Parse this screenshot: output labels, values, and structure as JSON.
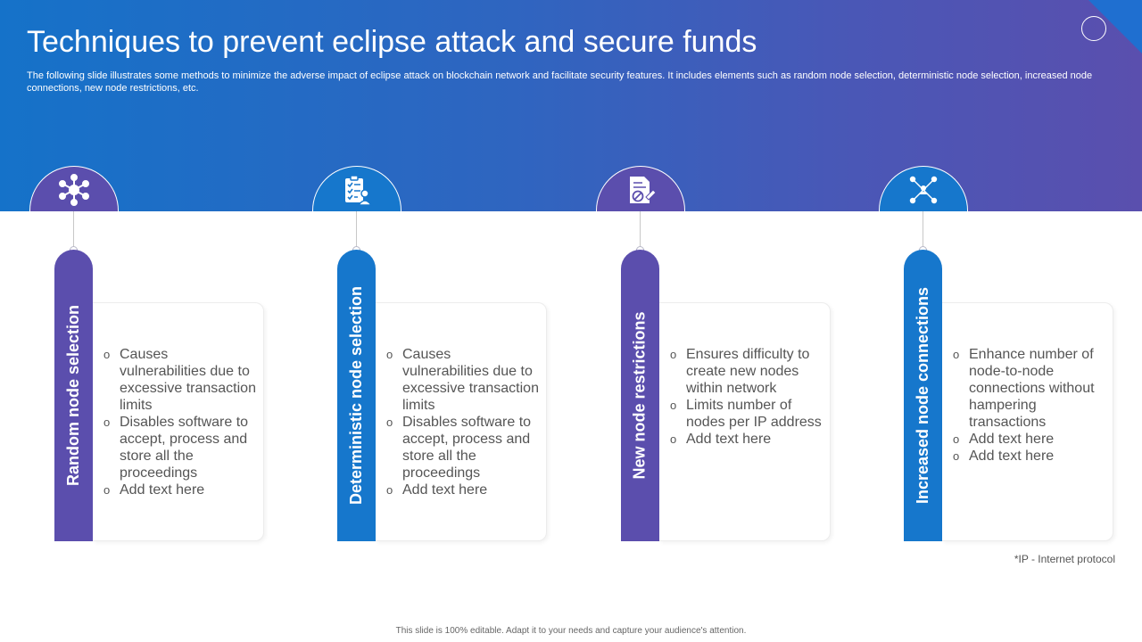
{
  "slide": {
    "title": "Techniques to prevent eclipse attack and secure funds",
    "subtitle": "The following slide illustrates some methods to minimize the adverse impact of eclipse attack on blockchain network and facilitate security features. It includes elements such as random node selection, deterministic node selection, increased node connections, new node restrictions, etc.",
    "footnote": "*IP - Internet protocol",
    "footer": "This slide is 100% editable. Adapt it to your needs and capture your audience's attention."
  },
  "colors": {
    "purple": "#5b4ead",
    "blue": "#1677cc"
  },
  "columns": [
    {
      "label": "Random node selection",
      "icon": "network-hub-icon",
      "bullets": [
        "Causes vulnerabilities due to excessive transaction limits",
        "Disables software to accept, process and store all the proceedings",
        "Add text here"
      ]
    },
    {
      "label": "Deterministic node selection",
      "icon": "checklist-user-icon",
      "bullets": [
        "Causes vulnerabilities due to excessive transaction limits",
        "Disables software to accept, process and store all the proceedings",
        "Add text here"
      ]
    },
    {
      "label": "New node restrictions",
      "icon": "document-restricted-icon",
      "bullets": [
        "Ensures difficulty to create new nodes within network",
        "Limits number of nodes per IP address",
        "Add text here"
      ]
    },
    {
      "label": "Increased node connections",
      "icon": "people-network-icon",
      "bullets": [
        "Enhance number of node-to-node connections without hampering transactions",
        "Add text here",
        "Add text here"
      ]
    }
  ]
}
